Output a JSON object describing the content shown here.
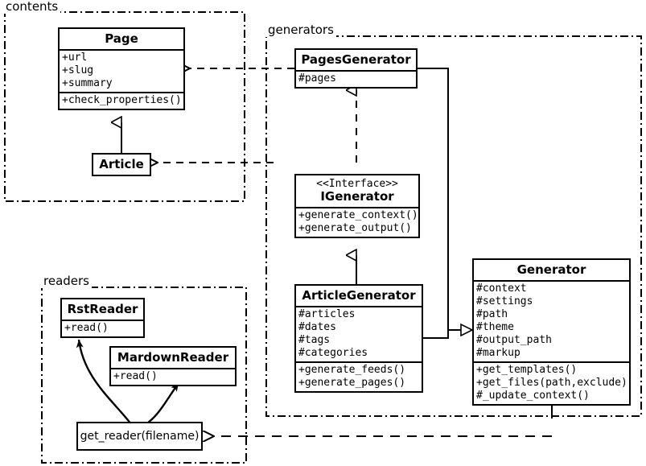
{
  "diagram": {
    "title": "Pelican static site generator UML class diagram",
    "stroke_color": "#000000",
    "background_color": "#ffffff"
  },
  "packages": [
    {
      "id": "contents",
      "label": "contents"
    },
    {
      "id": "generators",
      "label": "generators"
    },
    {
      "id": "readers",
      "label": "readers"
    }
  ],
  "classes": [
    {
      "id": "page",
      "name": "Page",
      "stereotype": "",
      "attributes": [
        "+url",
        "+slug",
        "+summary"
      ],
      "operations": [
        "+check_properties()"
      ]
    },
    {
      "id": "article",
      "name": "Article",
      "stereotype": "",
      "attributes": [],
      "operations": []
    },
    {
      "id": "pages_generator",
      "name": "PagesGenerator",
      "stereotype": "",
      "attributes": [
        "#pages"
      ],
      "operations": []
    },
    {
      "id": "igenerator",
      "name": "IGenerator",
      "stereotype": "<<Interface>>",
      "attributes": [],
      "operations": [
        "+generate_context()",
        "+generate_output()"
      ]
    },
    {
      "id": "article_generator",
      "name": "ArticleGenerator",
      "stereotype": "",
      "attributes": [
        "#articles",
        "#dates",
        "#tags",
        "#categories"
      ],
      "operations": [
        "+generate_feeds()",
        "+generate_pages()"
      ]
    },
    {
      "id": "generator",
      "name": "Generator",
      "stereotype": "",
      "attributes": [
        "#context",
        "#settings",
        "#path",
        "#theme",
        "#output_path",
        "#markup"
      ],
      "operations": [
        "+get_templates()",
        "+get_files(path,exclude)",
        "#_update_context()"
      ]
    },
    {
      "id": "rst_reader",
      "name": "RstReader",
      "stereotype": "",
      "attributes": [],
      "operations": [
        "+read()"
      ]
    },
    {
      "id": "mardown_reader",
      "name": "MardownReader",
      "stereotype": "",
      "attributes": [],
      "operations": [
        "+read()"
      ]
    }
  ],
  "functions": [
    {
      "id": "get_reader",
      "label": "get_reader(filename)"
    }
  ],
  "relations": [
    {
      "id": "article-page",
      "from": "article",
      "to": "page",
      "type": "generalization"
    },
    {
      "id": "pagesgen-page",
      "from": "pages_generator",
      "to": "page",
      "type": "dependency"
    },
    {
      "id": "articlegen-article",
      "from": "article_generator",
      "to": "article",
      "type": "dependency"
    },
    {
      "id": "pagesgen-igenerator",
      "from": "pages_generator",
      "to": "igenerator",
      "type": "realization"
    },
    {
      "id": "articlegen-igenerator",
      "from": "article_generator",
      "to": "igenerator",
      "type": "realization"
    },
    {
      "id": "pagesgen-generator",
      "from": "pages_generator",
      "to": "generator",
      "type": "generalization"
    },
    {
      "id": "articlegen-generator",
      "from": "article_generator",
      "to": "generator",
      "type": "generalization"
    },
    {
      "id": "generator-getreader",
      "from": "generator",
      "to": "get_reader",
      "type": "dependency"
    },
    {
      "id": "getreader-rstreader",
      "from": "get_reader",
      "to": "rst_reader",
      "type": "association"
    },
    {
      "id": "getreader-mardownreader",
      "from": "get_reader",
      "to": "mardown_reader",
      "type": "association"
    }
  ]
}
